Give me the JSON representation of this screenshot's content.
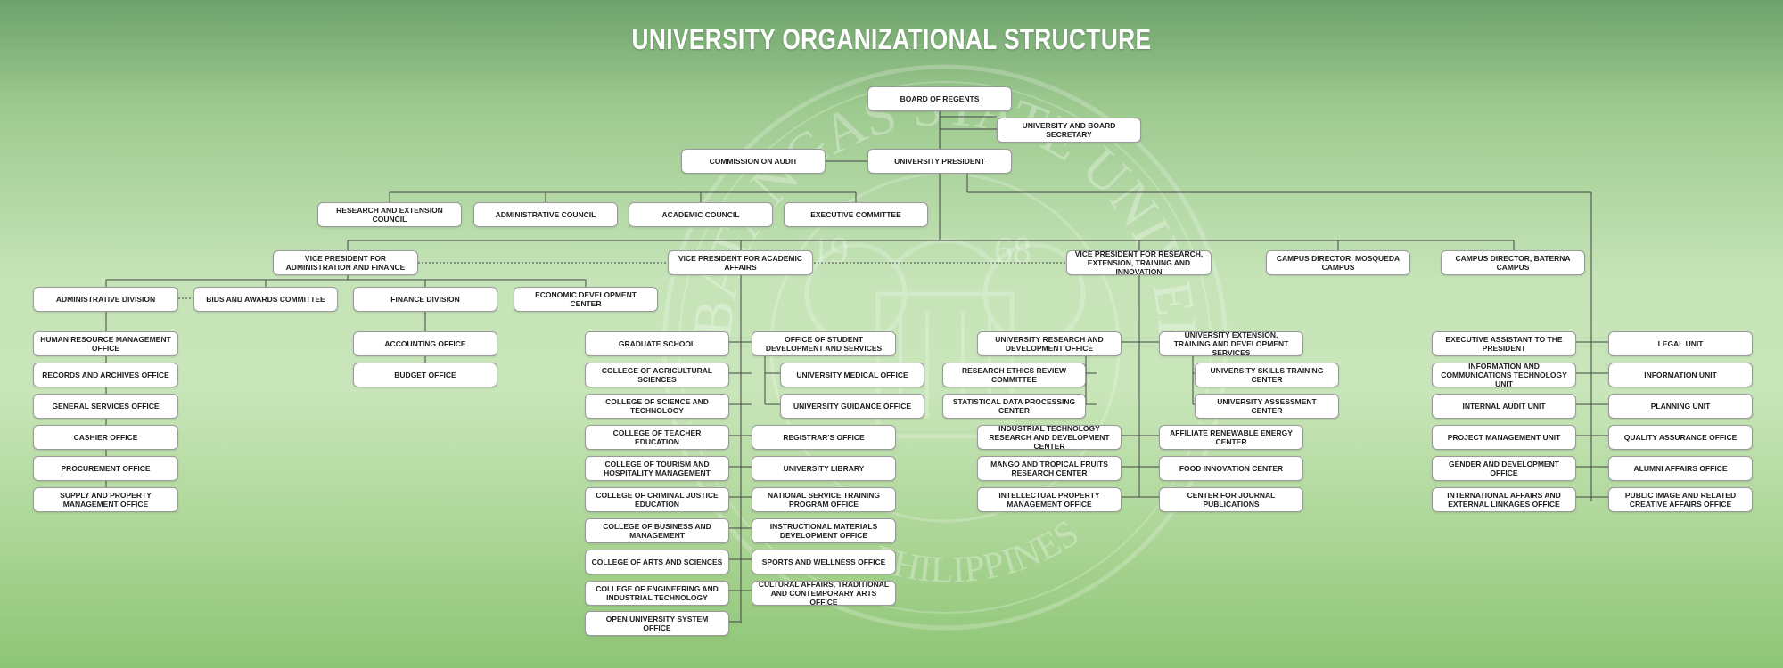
{
  "title": "UNIVERSITY ORGANIZATIONAL STRUCTURE",
  "seal": {
    "name": "BATANGAS STATE UNIVERSITY",
    "year_left": "19",
    "year_right": "68",
    "country": "PHILIPPINES"
  },
  "nodes": {
    "bor": "BOARD OF REGENTS",
    "ubs": "UNIVERSITY AND BOARD SECRETARY",
    "coa": "COMMISSION ON AUDIT",
    "up": "UNIVERSITY PRESIDENT",
    "rec": "RESEARCH AND EXTENSION COUNCIL",
    "adc": "ADMINISTRATIVE COUNCIL",
    "acc": "ACADEMIC COUNCIL",
    "exc": "EXECUTIVE COMMITTEE",
    "vpaf": "VICE PRESIDENT FOR ADMINISTRATION AND FINANCE",
    "vpaa": "VICE PRESIDENT FOR ACADEMIC AFFAIRS",
    "vprt": "VICE PRESIDENT FOR RESEARCH, EXTENSION, TRAINING AND INNOVATION",
    "cdm": "CAMPUS DIRECTOR, MOSQUEDA CAMPUS",
    "cdb": "CAMPUS DIRECTOR, BATERNA CAMPUS",
    "admdiv": "ADMINISTRATIVE DIVISION",
    "bac": "BIDS AND AWARDS COMMITTEE",
    "findiv": "FINANCE DIVISION",
    "edc": "ECONOMIC DEVELOPMENT CENTER",
    "hrmo": "HUMAN RESOURCE MANAGEMENT OFFICE",
    "rao": "RECORDS AND ARCHIVES OFFICE",
    "gso": "GENERAL SERVICES OFFICE",
    "cashier": "CASHIER OFFICE",
    "proc": "PROCUREMENT OFFICE",
    "spmo": "SUPPLY AND PROPERTY MANAGEMENT OFFICE",
    "acct": "ACCOUNTING OFFICE",
    "budget": "BUDGET OFFICE",
    "gs": "GRADUATE SCHOOL",
    "cas1": "COLLEGE OF AGRICULTURAL SCIENCES",
    "cst": "COLLEGE OF SCIENCE AND TECHNOLOGY",
    "cte": "COLLEGE OF TEACHER EDUCATION",
    "cthm": "COLLEGE OF TOURISM AND HOSPITALITY MANAGEMENT",
    "ccje": "COLLEGE OF CRIMINAL JUSTICE EDUCATION",
    "cbm": "COLLEGE OF BUSINESS AND MANAGEMENT",
    "cas2": "COLLEGE OF ARTS AND SCIENCES",
    "ceit": "COLLEGE OF ENGINEERING AND INDUSTRIAL TECHNOLOGY",
    "ous": "OPEN UNIVERSITY SYSTEM OFFICE",
    "osds": "OFFICE OF STUDENT DEVELOPMENT AND SERVICES",
    "umo": "UNIVERSITY MEDICAL OFFICE",
    "ugo": "UNIVERSITY GUIDANCE OFFICE",
    "reg": "REGISTRAR'S OFFICE",
    "lib": "UNIVERSITY LIBRARY",
    "nstp": "NATIONAL SERVICE TRAINING PROGRAM OFFICE",
    "imdo": "INSTRUCTIONAL MATERIALS DEVELOPMENT OFFICE",
    "swo": "SPORTS AND WELLNESS OFFICE",
    "cat": "CULTURAL AFFAIRS, TRADITIONAL AND CONTEMPORARY ARTS OFFICE",
    "urdo": "UNIVERSITY RESEARCH AND DEVELOPMENT OFFICE",
    "rerc": "RESEARCH ETHICS REVIEW COMMITTEE",
    "sdpc": "STATISTICAL DATA PROCESSING CENTER",
    "itrdc": "INDUSTRIAL TECHNOLOGY RESEARCH AND DEVELOPMENT CENTER",
    "mtfrc": "MANGO AND TROPICAL FRUITS RESEARCH CENTER",
    "ipmo": "INTELLECTUAL PROPERTY MANAGEMENT OFFICE",
    "uetd": "UNIVERSITY EXTENSION, TRAINING AND DEVELOPMENT SERVICES",
    "ustc": "UNIVERSITY SKILLS TRAINING CENTER",
    "uac": "UNIVERSITY ASSESSMENT CENTER",
    "arec": "AFFILIATE RENEWABLE ENERGY CENTER",
    "fic": "FOOD INNOVATION CENTER",
    "cjp": "CENTER FOR JOURNAL PUBLICATIONS",
    "eap": "EXECUTIVE ASSISTANT TO THE PRESIDENT",
    "ictu": "INFORMATION AND COMMUNICATIONS TECHNOLOGY UNIT",
    "iau": "INTERNAL AUDIT UNIT",
    "pmu": "PROJECT MANAGEMENT UNIT",
    "gado": "GENDER AND DEVELOPMENT OFFICE",
    "iael": "INTERNATIONAL AFFAIRS AND EXTERNAL LINKAGES OFFICE",
    "legal": "LEGAL UNIT",
    "info": "INFORMATION UNIT",
    "plan": "PLANNING UNIT",
    "qao": "QUALITY ASSURANCE OFFICE",
    "aao": "ALUMNI AFFAIRS OFFICE",
    "pircao": "PUBLIC IMAGE AND RELATED CREATIVE AFFAIRS OFFICE"
  }
}
